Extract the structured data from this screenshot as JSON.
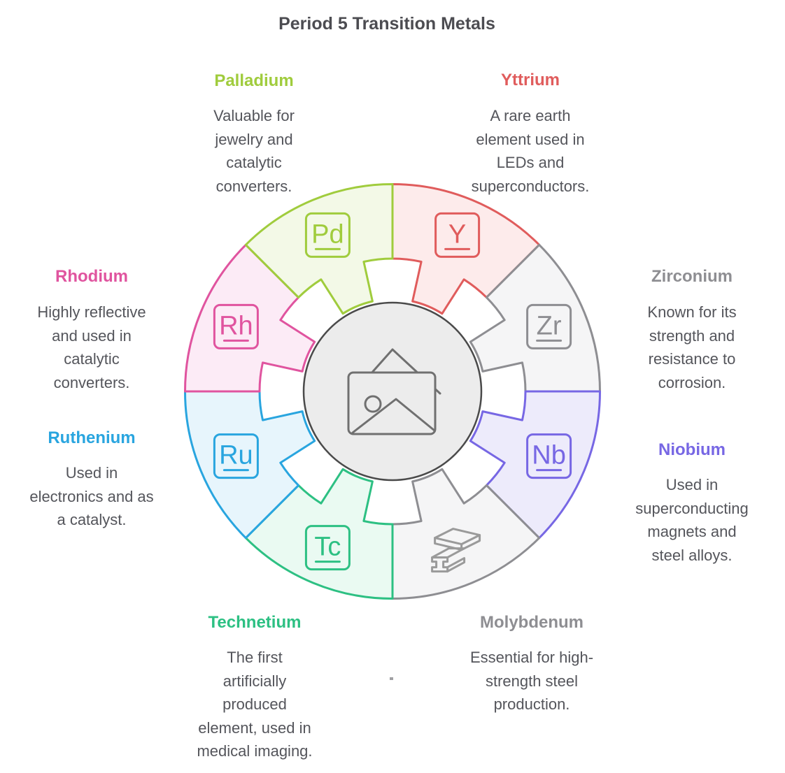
{
  "title": "Period 5 Transition Metals",
  "center": {
    "icon": "image-placeholder-icon"
  },
  "elements": [
    {
      "id": "yttrium",
      "name": "Yttrium",
      "symbol": "Y",
      "icon": "element-symbol-icon",
      "description": "A rare earth\nelement used in\nLEDs and\nsuperconductors.",
      "color": "#e05c5c",
      "fill": "#fdebeb"
    },
    {
      "id": "zirconium",
      "name": "Zirconium",
      "symbol": "Zr",
      "icon": "element-symbol-icon",
      "description": "Known for its\nstrength and\nresistance to\ncorrosion.",
      "color": "#8e8e92",
      "fill": "#f5f5f6"
    },
    {
      "id": "niobium",
      "name": "Niobium",
      "symbol": "Nb",
      "icon": "element-symbol-icon",
      "description": "Used in\nsuperconducting\nmagnets and\nsteel alloys.",
      "color": "#7767e4",
      "fill": "#edebfb"
    },
    {
      "id": "molybdenum",
      "name": "Molybdenum",
      "icon": "steel-beam-icon",
      "description": "Essential for high-\nstrength steel\nproduction.",
      "color": "#8e8e92",
      "fill": "#f5f5f6"
    },
    {
      "id": "technetium",
      "name": "Technetium",
      "symbol": "Tc",
      "icon": "element-symbol-icon",
      "description": "The first\nartificially\nproduced\nelement, used in\nmedical imaging.",
      "color": "#2dc083",
      "fill": "#eafaf2"
    },
    {
      "id": "ruthenium",
      "name": "Ruthenium",
      "symbol": "Ru",
      "icon": "element-symbol-icon",
      "description": "Used in\nelectronics and as\na catalyst.",
      "color": "#29a5df",
      "fill": "#e7f5fc"
    },
    {
      "id": "rhodium",
      "name": "Rhodium",
      "symbol": "Rh",
      "icon": "element-symbol-icon",
      "description": "Highly reflective\nand used in\ncatalytic\nconverters.",
      "color": "#e0549f",
      "fill": "#fcebf6"
    },
    {
      "id": "palladium",
      "name": "Palladium",
      "symbol": "Pd",
      "icon": "element-symbol-icon",
      "description": "Valuable for\njewelry and\ncatalytic\nconverters.",
      "color": "#a0cc3d",
      "fill": "#f3f9e7"
    }
  ]
}
